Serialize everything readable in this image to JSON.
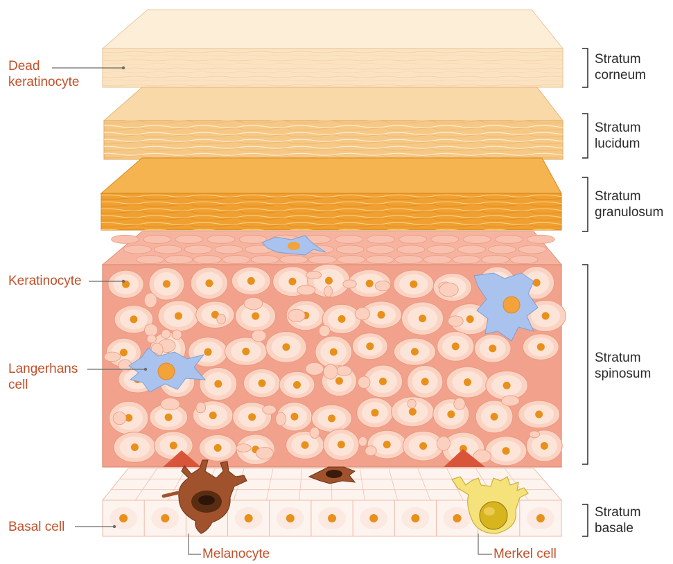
{
  "left_labels": {
    "dead_keratinocyte": "Dead\nkeratinocyte",
    "keratinocyte": "Keratinocyte",
    "langerhans_cell": "Langerhans\ncell",
    "basal_cell": "Basal cell",
    "melanocyte": "Melanocyte",
    "merkel_cell": "Merkel cell"
  },
  "right_labels": {
    "corneum": "Stratum\ncorneum",
    "lucidum": "Stratum\nlucidum",
    "granulosum": "Stratum\ngranulosum",
    "spinosum": "Stratum\nspinosum",
    "basale": "Stratum\nbasale"
  },
  "colors": {
    "label_left": "#c0502a",
    "label_right": "#2a2a2a",
    "corneum": "#fbe3c2",
    "lucidum": "#f6c886",
    "granulosum": "#f0a030",
    "spinosum": "#f2a28c",
    "cell_fill": "#fbd3c2",
    "nucleus": "#e8901a",
    "langerhans": "#a9c3ee",
    "melanocyte": "#a0522d",
    "merkel": "#f5e27a"
  }
}
